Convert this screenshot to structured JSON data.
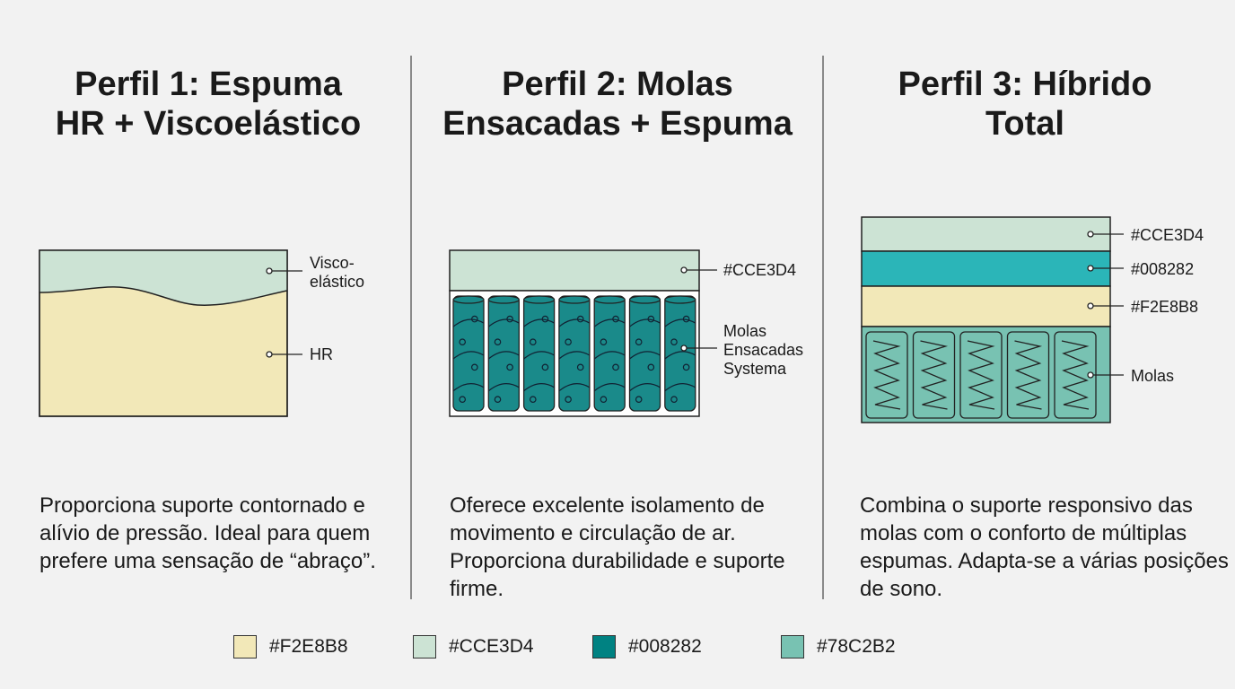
{
  "panels": [
    {
      "title": "Perfil 1: Espuma\nHR + Viscoelástico",
      "labels": [
        "Visco-",
        "elástico",
        "HR"
      ],
      "description": "Proporciona suporte contornado e alívio de pressão. Ideal para quem prefere uma sensação de “abraço”."
    },
    {
      "title": "Perfil 2: Molas\nEnsacadas + Espuma",
      "labels": [
        "#CCE3D4",
        "Molas",
        "Ensacadas",
        "Systema"
      ],
      "description": "Oferece excelente isolamento de movimento e circulação de ar. Proporciona durabilidade e suporte firme."
    },
    {
      "title": "Perfil 3: Híbrido\nTotal",
      "labels": [
        "#CCE3D4",
        "#008282",
        "#F2E8B8",
        "Molas"
      ],
      "description": "Combina o suporte responsivo das molas com o conforto de múltiplas espumas. Adapta-se a várias posições de sono."
    }
  ],
  "legend": [
    {
      "label": "#F2E8B8",
      "color": "#F2E8B8"
    },
    {
      "label": "#CCE3D4",
      "color": "#CCE3D4"
    },
    {
      "label": "#008282",
      "color": "#008282"
    },
    {
      "label": "#78C2B2",
      "color": "#78C2B2"
    }
  ],
  "colors": {
    "cream": "#F2E8B8",
    "mint": "#CCE3D4",
    "teal": "#008282",
    "seafoam": "#78C2B2",
    "springTeal": "#1a8a8a",
    "turquoise": "#2bb5b8"
  }
}
